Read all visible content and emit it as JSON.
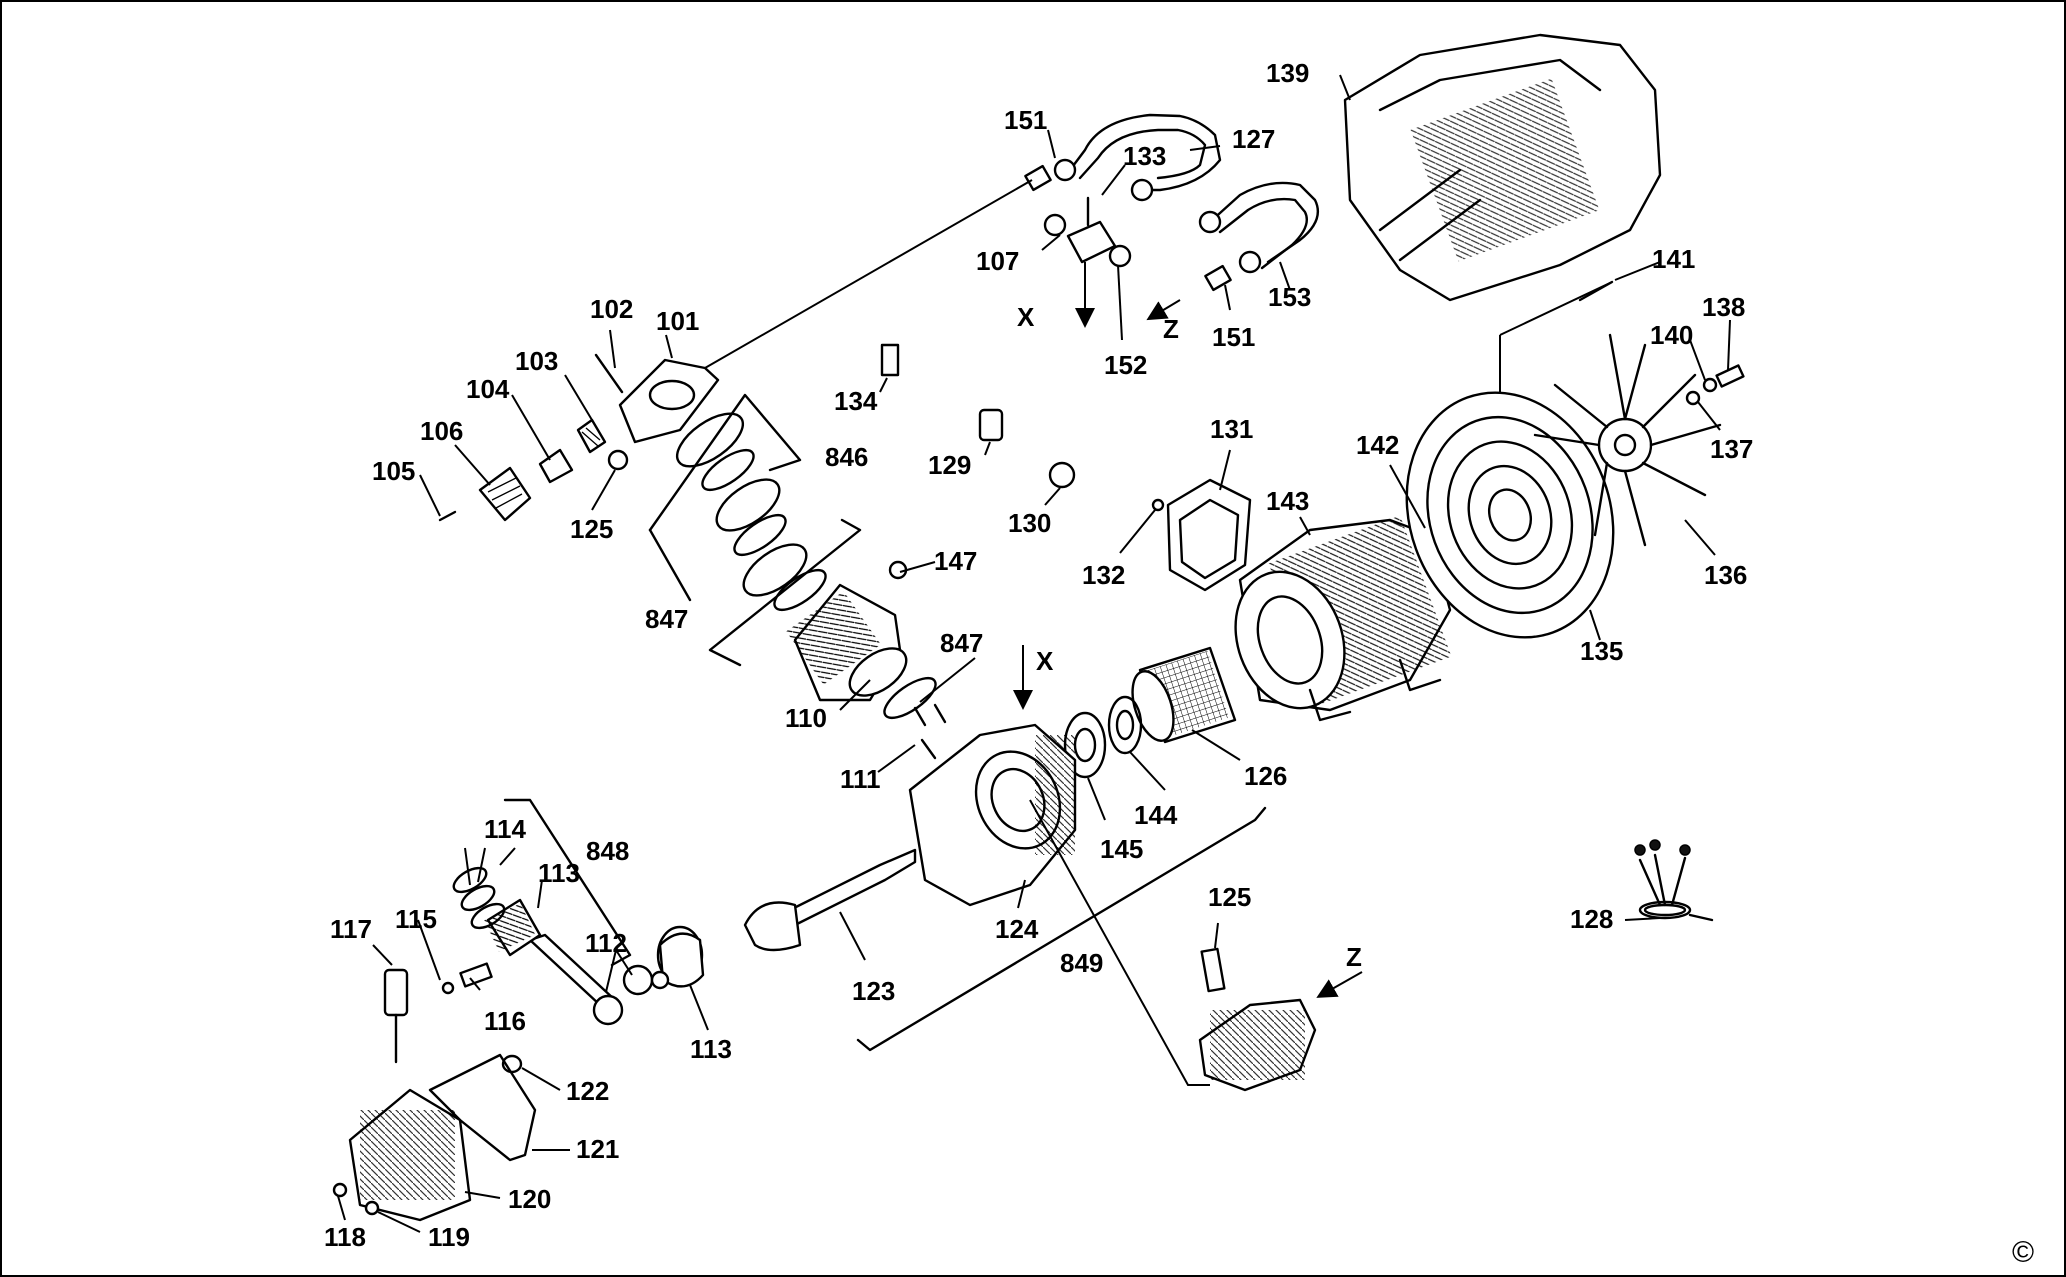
{
  "labels": {
    "p101": "101",
    "p102": "102",
    "p103": "103",
    "p104": "104",
    "p105": "105",
    "p106": "106",
    "p107": "107",
    "p110": "110",
    "p111": "111",
    "p112": "112",
    "p113a": "113",
    "p113b": "113",
    "p114": "114",
    "p115": "115",
    "p116": "116",
    "p117": "117",
    "p118": "118",
    "p119": "119",
    "p120": "120",
    "p121": "121",
    "p122": "122",
    "p123": "123",
    "p124": "124",
    "p125a": "125",
    "p125b": "125",
    "p126": "126",
    "p127": "127",
    "p128": "128",
    "p129": "129",
    "p130": "130",
    "p131": "131",
    "p132": "132",
    "p133": "133",
    "p134": "134",
    "p135": "135",
    "p136": "136",
    "p137": "137",
    "p138": "138",
    "p139": "139",
    "p140": "140",
    "p141": "141",
    "p142": "142",
    "p143": "143",
    "p144": "144",
    "p145": "145",
    "p147": "147",
    "p151a": "151",
    "p151b": "151",
    "p152": "152",
    "p153": "153",
    "p846": "846",
    "p847a": "847",
    "p847b": "847",
    "p848": "848",
    "p849": "849",
    "x_top": "X",
    "x_cyl": "X",
    "z_top": "Z",
    "z_low": "Z"
  },
  "copyright_symbol": "©",
  "colors": {
    "ink": "#000000",
    "paper": "#ffffff"
  }
}
